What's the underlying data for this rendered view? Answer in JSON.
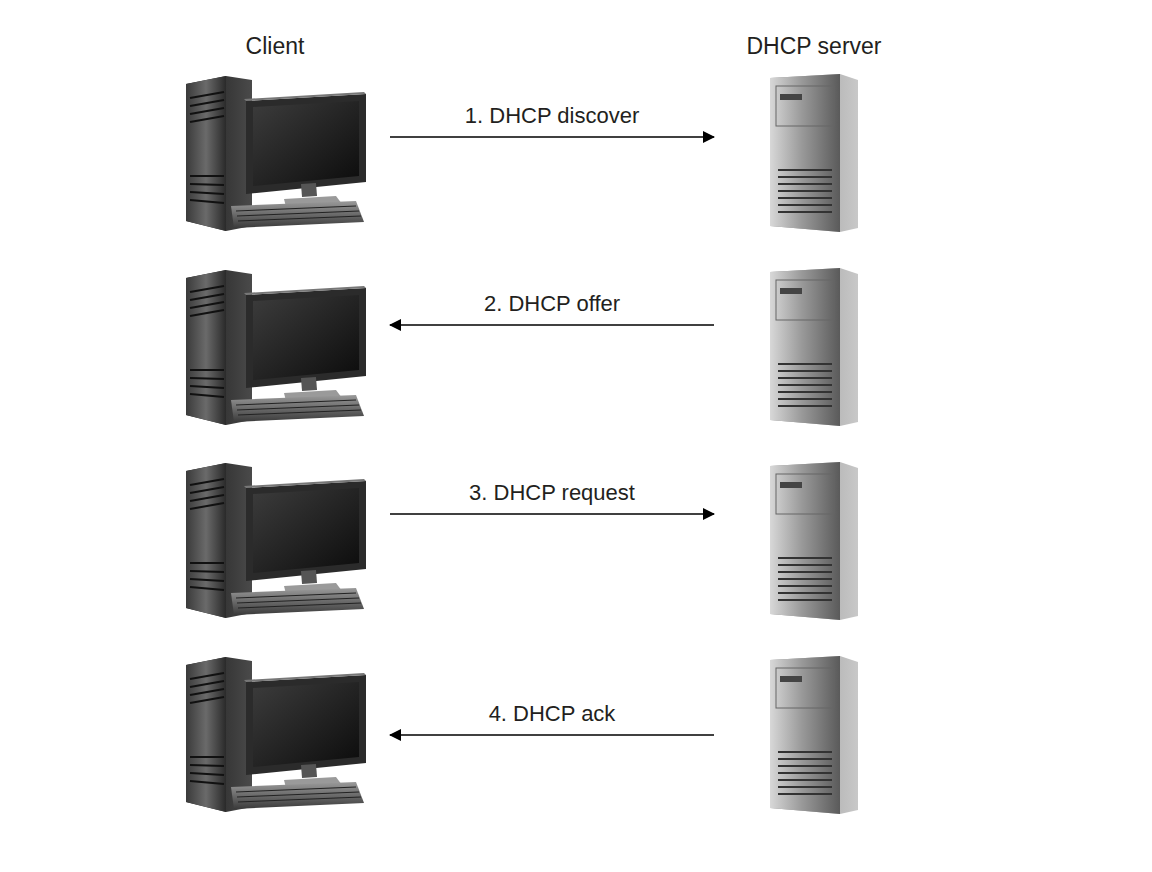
{
  "diagram": {
    "nodes": [
      {
        "text": [
          "Client"
        ]
      },
      {
        "text": [
          "DHCP server"
        ]
      }
    ],
    "edges": [
      {
        "from": 0,
        "to": 1,
        "label": "1. DHCP discover",
        "arrow": "to"
      },
      {
        "from": 1,
        "to": 0,
        "label": "2. DHCP offer",
        "arrow": "to"
      },
      {
        "from": 0,
        "to": 1,
        "label": "3. DHCP request",
        "arrow": "to"
      },
      {
        "from": 1,
        "to": 0,
        "label": "4. DHCP ack",
        "arrow": "to"
      }
    ]
  }
}
